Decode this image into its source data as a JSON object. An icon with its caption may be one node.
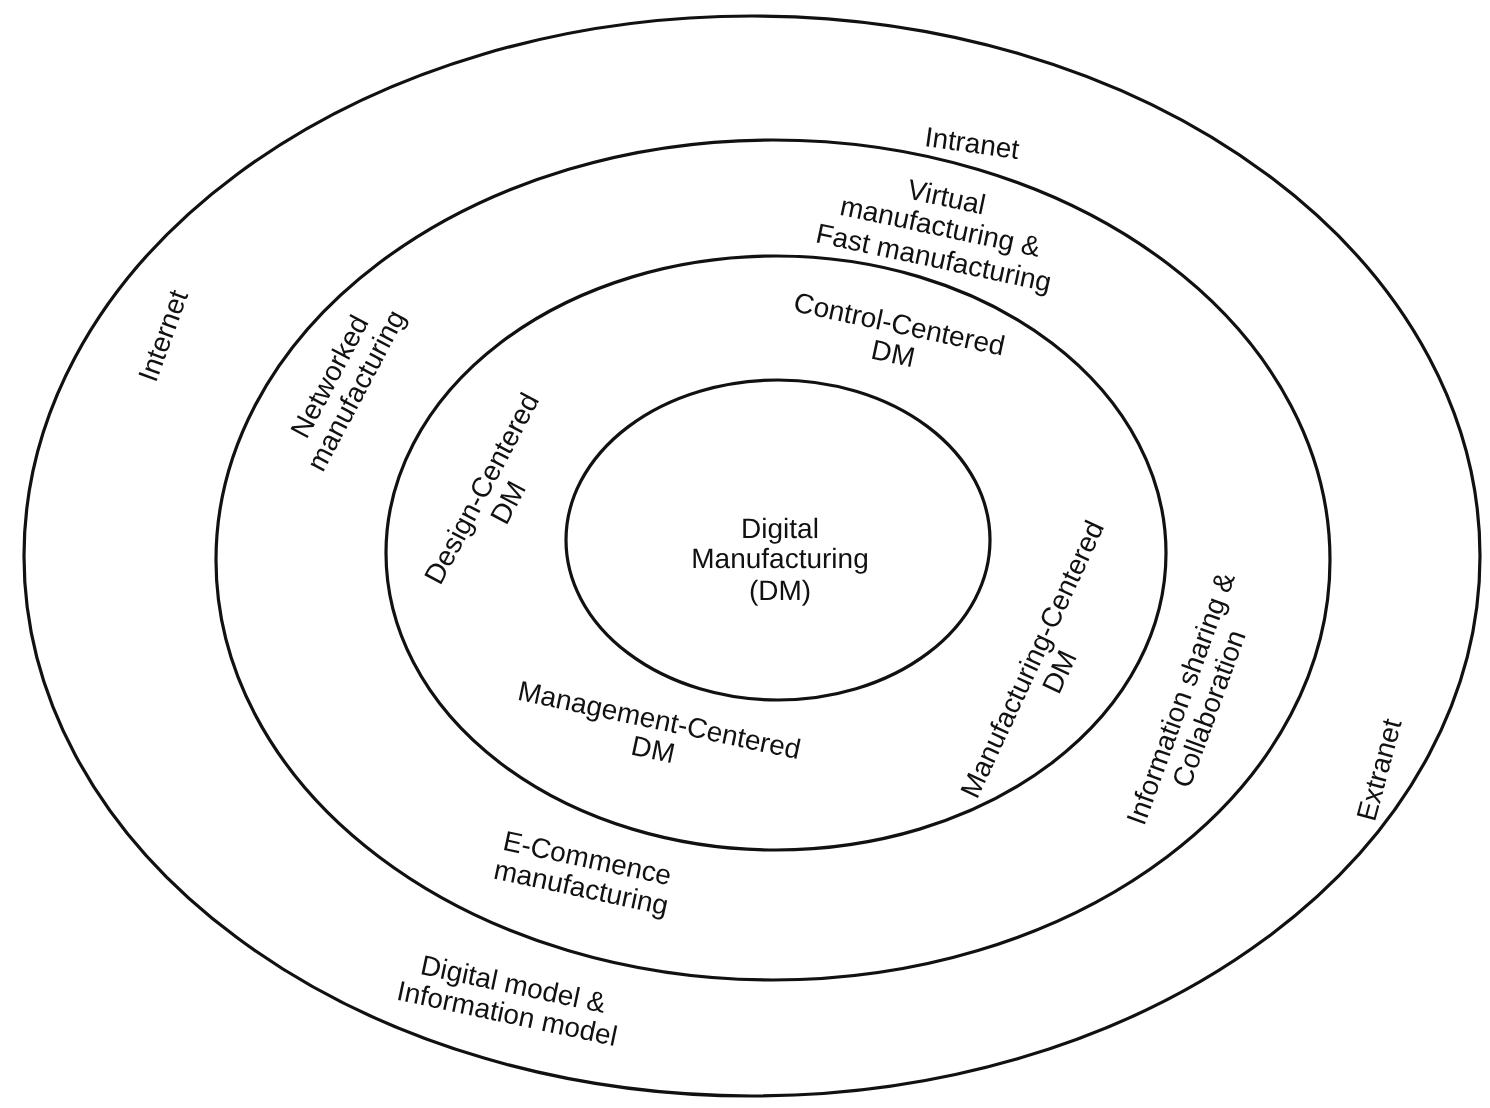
{
  "diagram": {
    "nodes": [
      {
        "text": [
          "Intranet",
          "Internet",
          "Extranet",
          "Digital model & Information model"
        ]
      },
      {
        "text": [
          "Virtual manufacturing & Fast manufacturing",
          "Networked manufacturing",
          "Information sharing & Collaboration",
          "E-Commence manufacturing"
        ],
        "in": 0
      },
      {
        "text": [
          "Control-Centered DM",
          "Design-Centered DM",
          "Manufacturing-Centered DM",
          "Management-Centered DM"
        ],
        "in": 1
      },
      {
        "text": [
          "Digital Manufacturing (DM)"
        ],
        "in": 2
      }
    ]
  }
}
